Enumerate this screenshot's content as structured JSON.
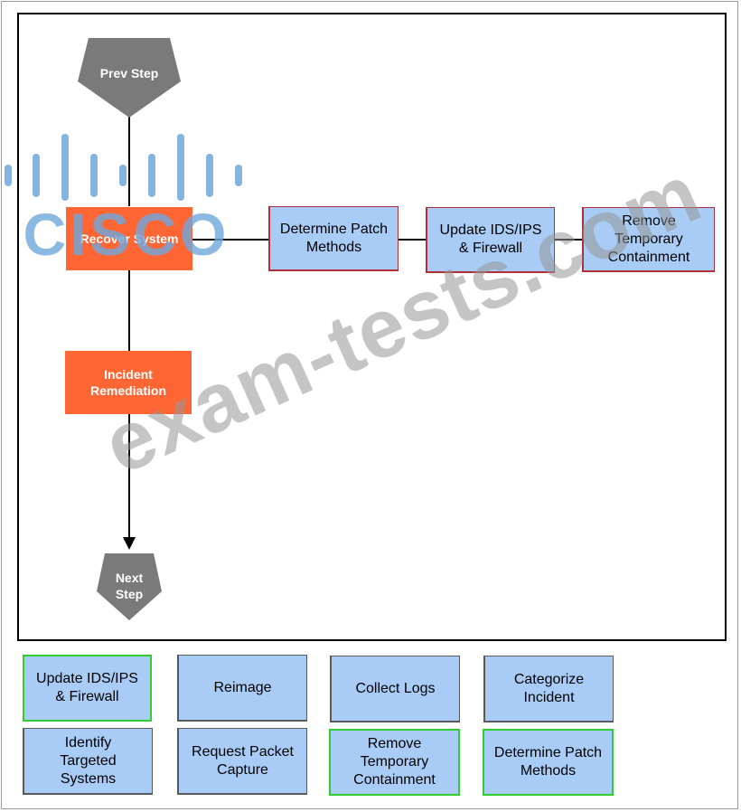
{
  "flow": {
    "prev_step": "Prev Step",
    "recover_system": "Recover System",
    "incident_remediation": "Incident Remediation",
    "next_step_line1": "Next",
    "next_step_line2": "Step",
    "branch": [
      "Determine Patch Methods",
      "Update IDS/IPS & Firewall",
      "Remove Temporary Containment"
    ]
  },
  "options": [
    {
      "label": "Update IDS/IPS & Firewall",
      "highlight": "green"
    },
    {
      "label": "Reimage",
      "highlight": "none"
    },
    {
      "label": "Collect Logs",
      "highlight": "none"
    },
    {
      "label": "Categorize Incident",
      "highlight": "none"
    },
    {
      "label": "Identify Targeted Systems",
      "highlight": "none"
    },
    {
      "label": "Request Packet Capture",
      "highlight": "none"
    },
    {
      "label": "Remove Temporary Containment",
      "highlight": "green"
    },
    {
      "label": "Determine Patch Methods",
      "highlight": "green"
    }
  ],
  "watermark": "exam-tests.com",
  "logo_text": "CISCO",
  "colors": {
    "orange": "#ff6633",
    "blue": "#a8ccf5",
    "gray_step": "#7a7a7a",
    "green_border": "#33cc33",
    "cisco_blue": "#6fa8dc"
  }
}
